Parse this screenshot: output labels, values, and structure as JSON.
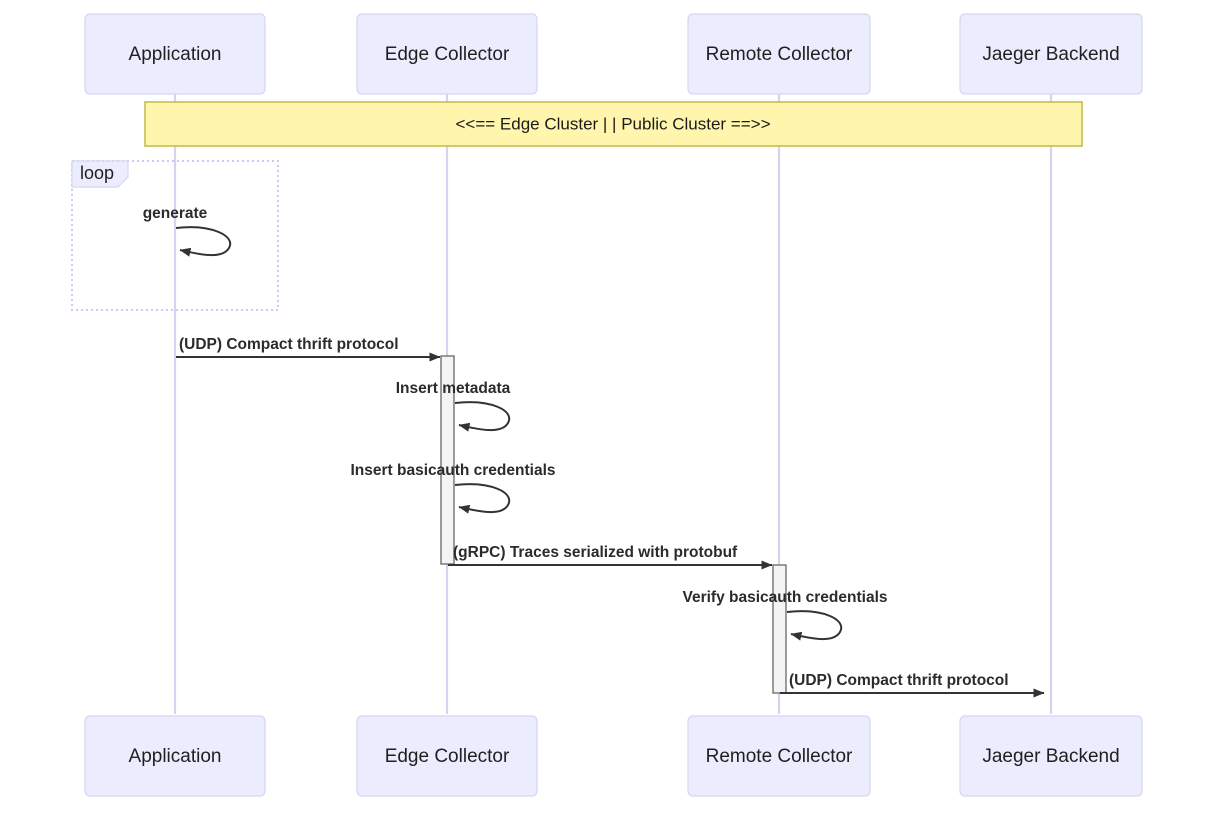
{
  "diagram": {
    "type": "sequence-diagram",
    "title": "Jaeger tracing pipeline sequence",
    "colors": {
      "participant_fill": "#ECECFF",
      "participant_stroke": "#D5D5F0",
      "lifeline": "#D7D2EF",
      "note_fill": "#FFF5AD",
      "note_stroke": "#BFBF4D",
      "activation_fill": "#F4F4F4",
      "activation_stroke": "#666666",
      "arrow": "#333333",
      "text": "#2b2b2b",
      "background": "#FFFFFF"
    },
    "participants": [
      {
        "id": "application",
        "label": "Application"
      },
      {
        "id": "edge-collector",
        "label": "Edge Collector"
      },
      {
        "id": "remote-collector",
        "label": "Remote Collector"
      },
      {
        "id": "jaeger-backend",
        "label": "Jaeger Backend"
      }
    ],
    "note": {
      "label": "<<== Edge Cluster | | Public Cluster ==>>"
    },
    "fragment": {
      "kind": "loop",
      "label": "loop"
    },
    "messages": [
      {
        "id": "m1",
        "label": "generate",
        "from": "application",
        "to": "application",
        "kind": "self"
      },
      {
        "id": "m2",
        "label": "(UDP) Compact thrift protocol",
        "from": "application",
        "to": "edge-collector",
        "kind": "sync"
      },
      {
        "id": "m3",
        "label": "Insert metadata",
        "from": "edge-collector",
        "to": "edge-collector",
        "kind": "self"
      },
      {
        "id": "m4",
        "label": "Insert basicauth credentials",
        "from": "edge-collector",
        "to": "edge-collector",
        "kind": "self"
      },
      {
        "id": "m5",
        "label": "(gRPC) Traces serialized with protobuf",
        "from": "edge-collector",
        "to": "remote-collector",
        "kind": "sync"
      },
      {
        "id": "m6",
        "label": "Verify basicauth credentials",
        "from": "remote-collector",
        "to": "remote-collector",
        "kind": "self"
      },
      {
        "id": "m7",
        "label": "(UDP) Compact thrift protocol",
        "from": "remote-collector",
        "to": "jaeger-backend",
        "kind": "sync"
      }
    ]
  }
}
